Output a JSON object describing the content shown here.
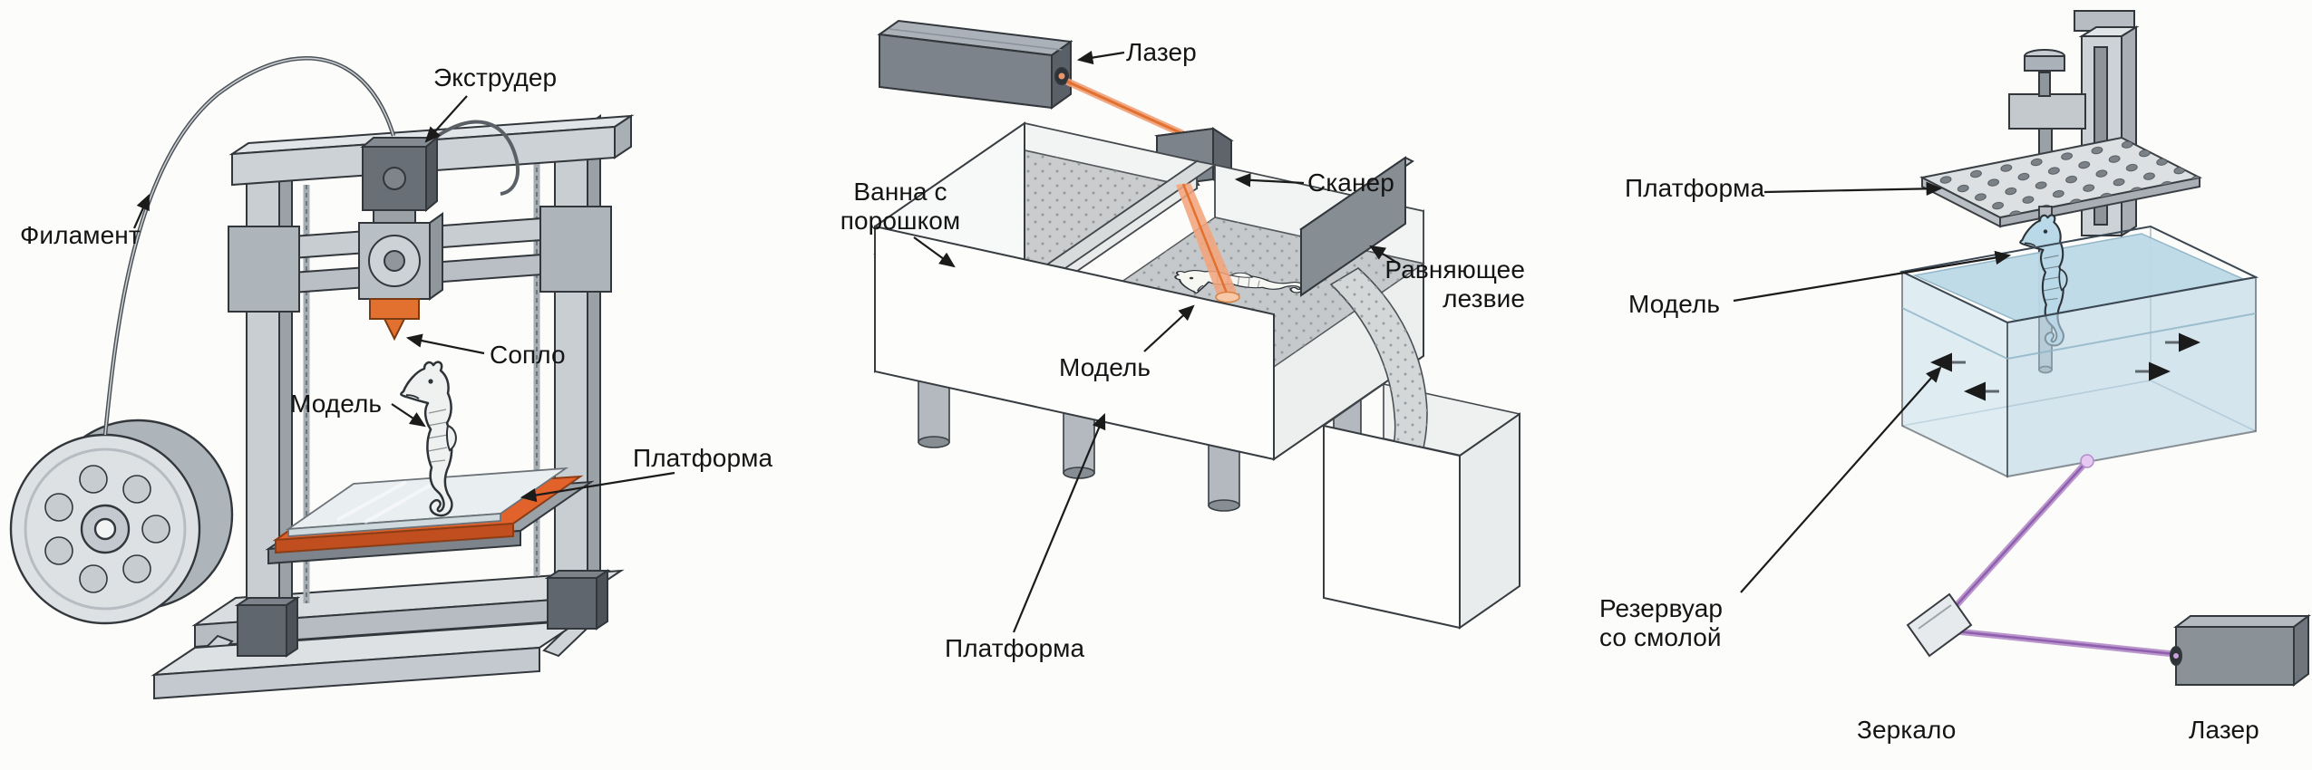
{
  "page": {
    "description": "Three 3D-printing technology diagrams: FDM extrusion printer, SLS powder-bed laser printer, SLA resin printer"
  },
  "panels": [
    {
      "id": "fdm",
      "labels": {
        "filament": "Филамент",
        "extruder": "Экструдер",
        "nozzle": "Сопло",
        "model": "Модель",
        "platform": "Платформа"
      }
    },
    {
      "id": "sls",
      "labels": {
        "laser": "Лазер",
        "scanner": "Сканер",
        "powder_bath": "Ванна с\nпорошком",
        "model": "Модель",
        "blade": "Равняющее\nлезвие",
        "platform": "Платформа"
      }
    },
    {
      "id": "sla",
      "labels": {
        "platform": "Платформа",
        "model": "Модель",
        "resin_tank": "Резервуар\nсо смолой",
        "mirror": "Зеркало",
        "laser": "Лазер"
      }
    }
  ],
  "colors": {
    "accent_orange": "#e2622b",
    "beam_orange": "#f0a079",
    "beam_violet": "#b48cc8",
    "resin_blue": "#c2dcea",
    "outline": "#2f343a"
  }
}
